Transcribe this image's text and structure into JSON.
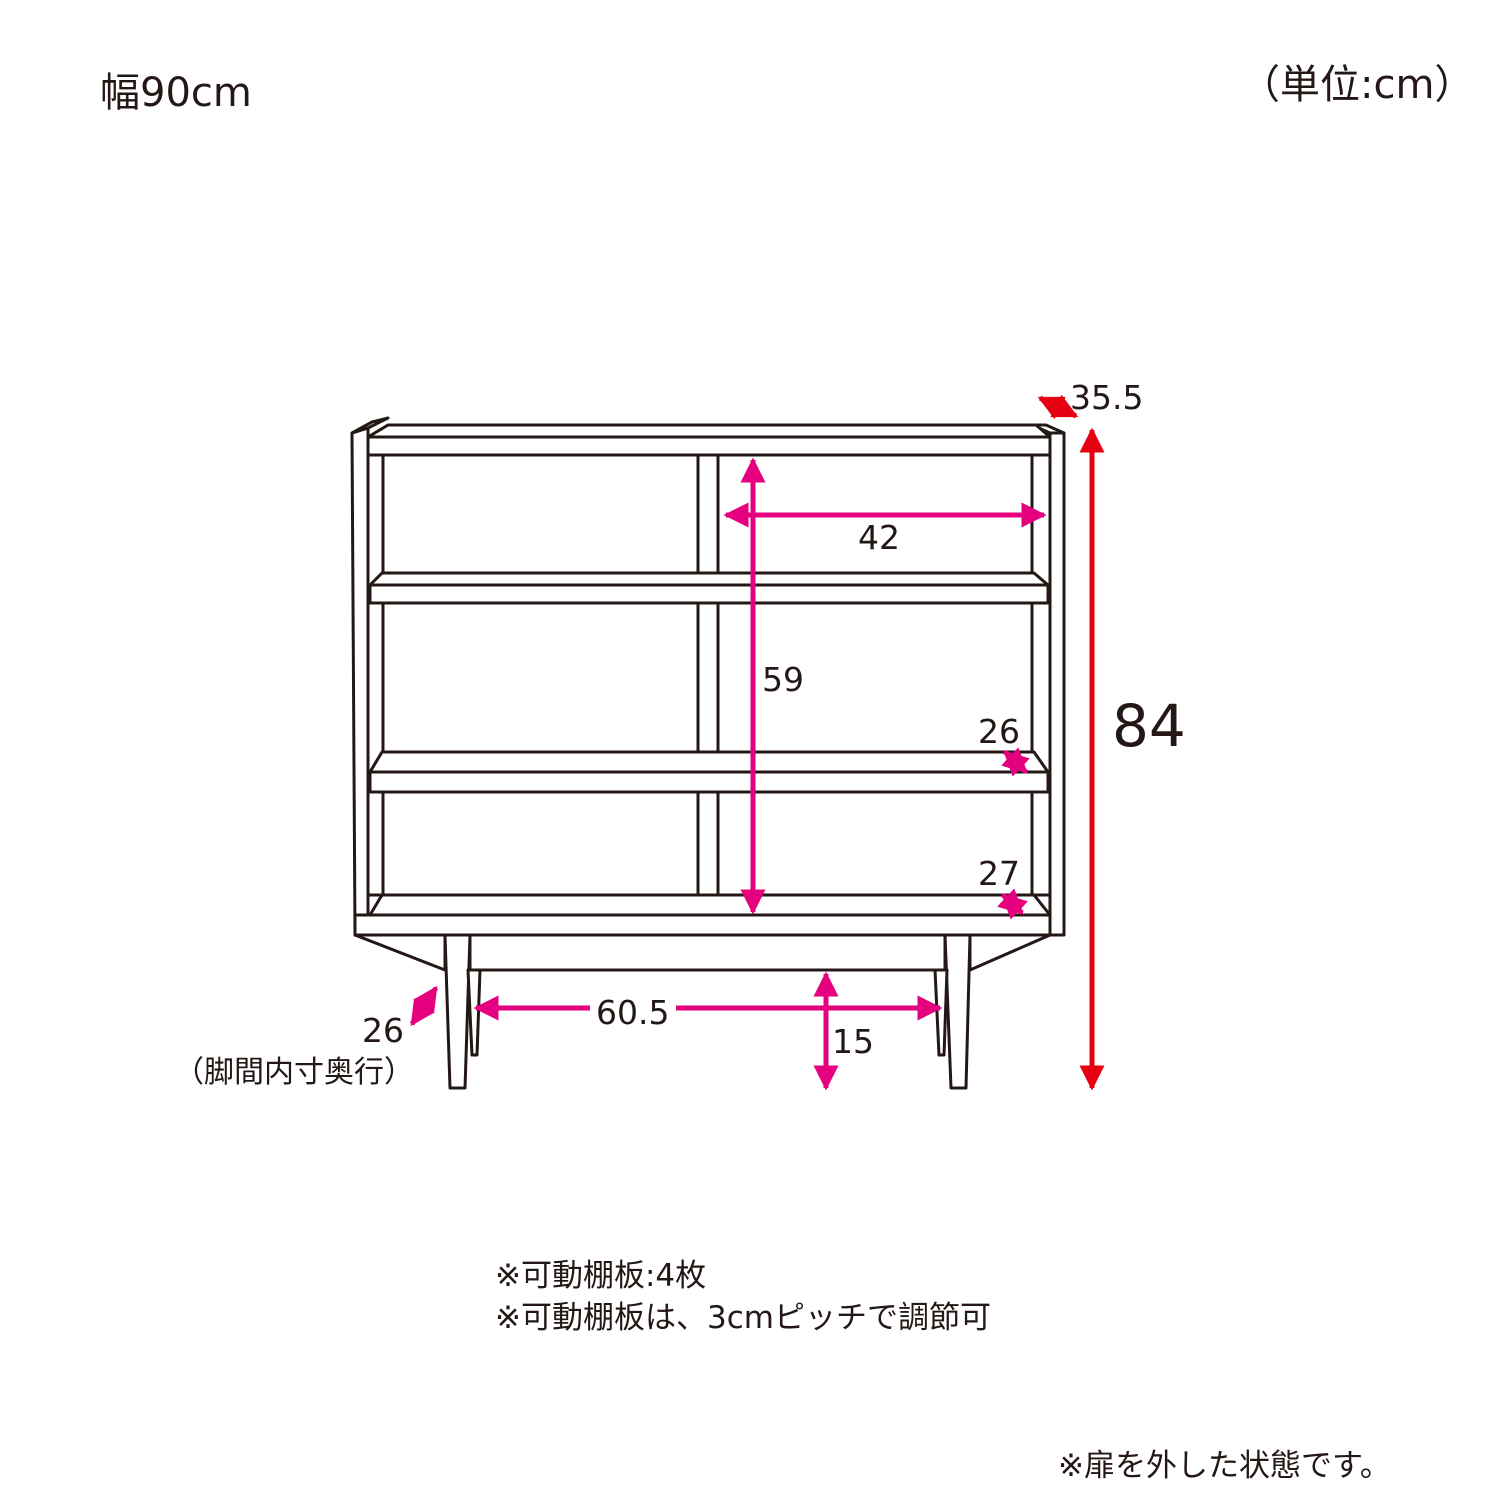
{
  "header": {
    "width_label": "幅90cm",
    "unit_label": "（単位:cm）"
  },
  "dimensions": {
    "total_height": "84",
    "depth": "35.5",
    "shelf_inner_width": "42",
    "inner_height": "59",
    "shelf_depth_middle": "26",
    "shelf_depth_bottom": "27",
    "leg_inner_width": "60.5",
    "leg_clearance": "15",
    "leg_inner_depth": "26",
    "leg_inner_depth_note": "（脚間内寸奥行）"
  },
  "notes": {
    "line1": "※可動棚板:4枚",
    "line2": "※可動棚板は、3cmピッチで調節可",
    "footer": "※扉を外した状態です。"
  },
  "colors": {
    "outline": "#231815",
    "inner_dimension": "#e4007f",
    "outer_dimension": "#e60012"
  }
}
